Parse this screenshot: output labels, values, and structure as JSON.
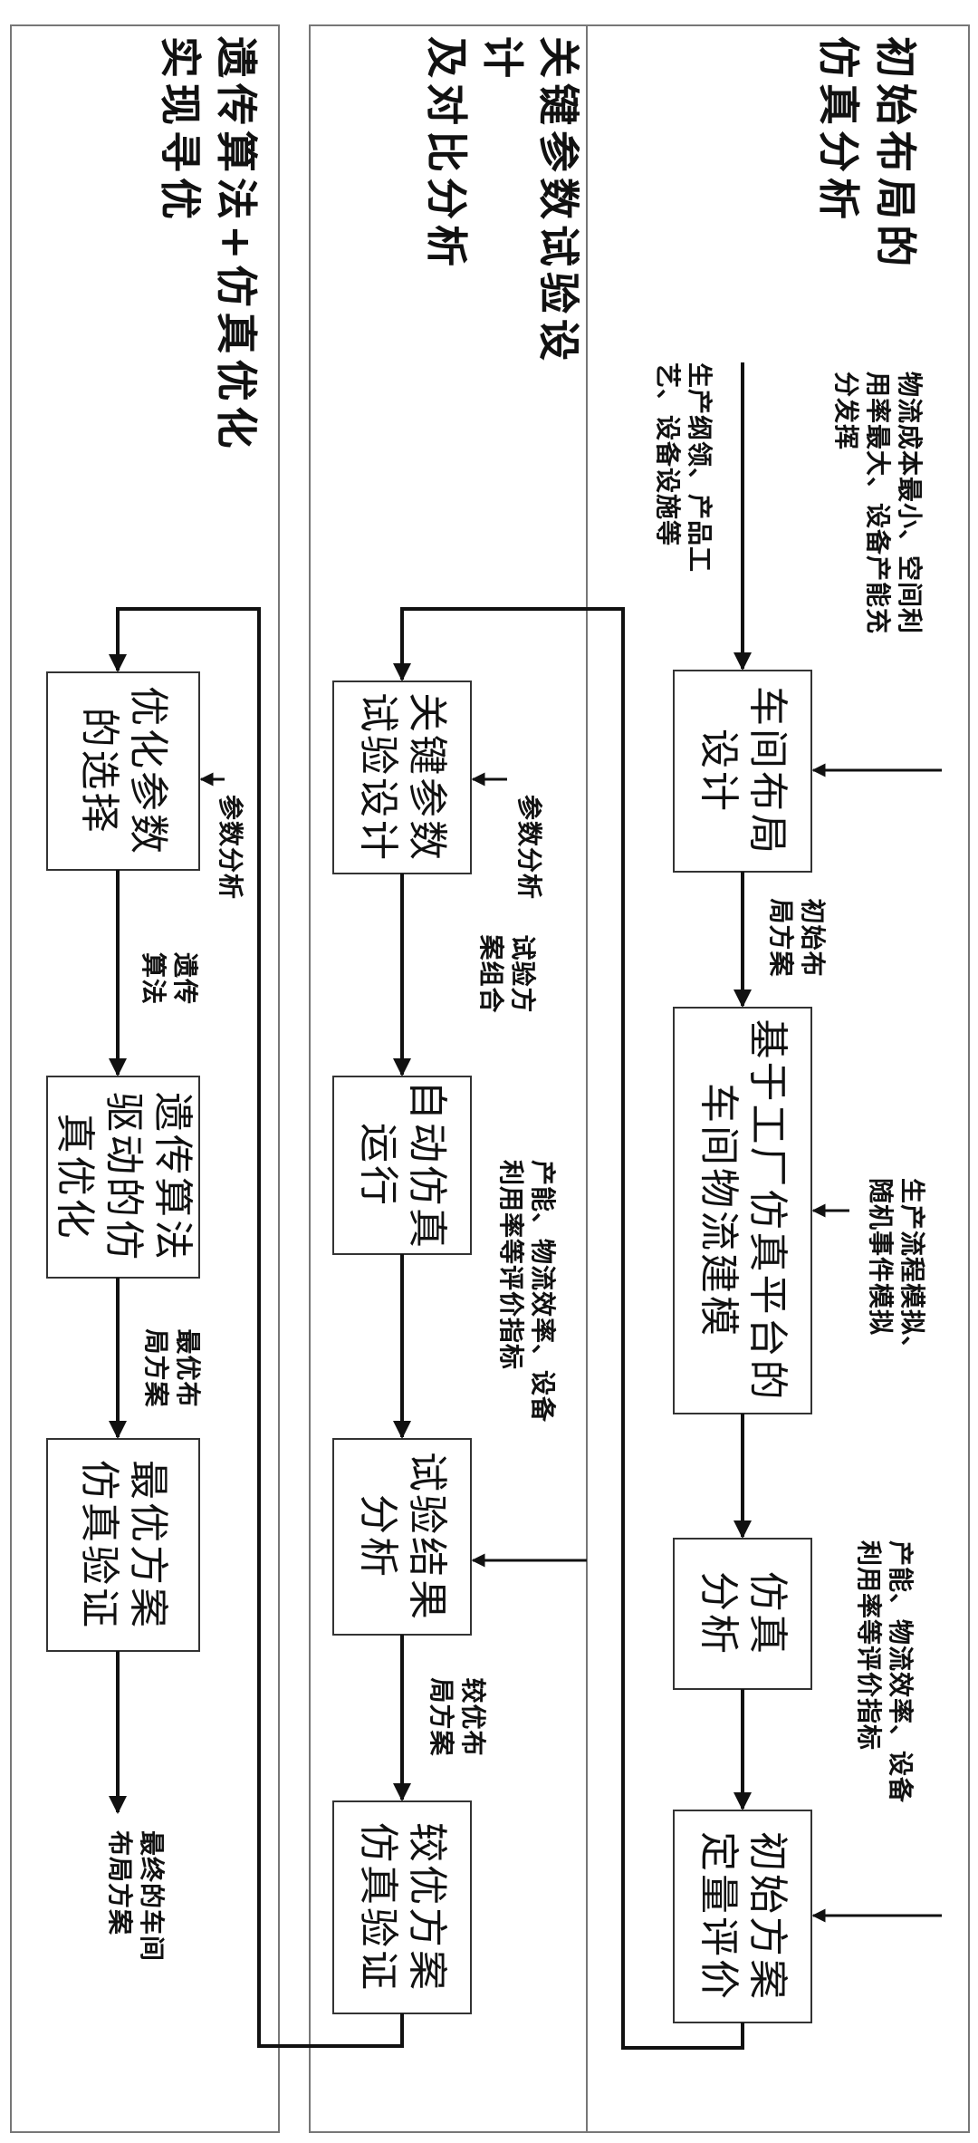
{
  "lanes": [
    {
      "title": "初始布局的\n仿真分析"
    },
    {
      "title": "关键参数试验设计\n及对比分析"
    },
    {
      "title": "遗传算法+仿真优化\n实现寻优"
    }
  ],
  "nodes": {
    "workshop_layout": "车间布局\n设计",
    "factory_sim_model": "基于工厂仿真平台的\n车间物流建模",
    "sim_analysis": "仿真\n分析",
    "initial_quant_eval": "初始方案\n定量评价",
    "key_param_doe": "关键参数\n试验设计",
    "auto_sim_run": "自动仿真\n运行",
    "result_analysis": "试验结果\n分析",
    "better_plan_verify": "较优方案\n仿真验证",
    "opt_param_select": "优化参数\n的选择",
    "ga_driven_sim": "遗传算法\n驱动的仿\n真优化",
    "best_plan_verify": "最优方案\n仿真验证"
  },
  "labels": {
    "objectives": "物流成本最小、空间利\n用率最大、设备产能充\n分发挥",
    "inputs": "生产纲领、产品工\n艺、设备设施等",
    "initial_layout": "初始布\n局方案",
    "process_sim": "生产流程模拟、\n随机事件模拟",
    "metrics_top": "产能、物流效率、设备\n利用率等评价指标",
    "param_analysis_mid": "参数分析",
    "doe_combos": "试验方\n案组合",
    "metrics_mid": "产能、物流效率、设备\n利用率等评价指标",
    "better_layout": "较优布\n局方案",
    "param_analysis_left": "参数分析",
    "ga": "遗传\n算法",
    "best_layout": "最优布\n局方案",
    "final_layout": "最终的车间\n布局方案"
  }
}
